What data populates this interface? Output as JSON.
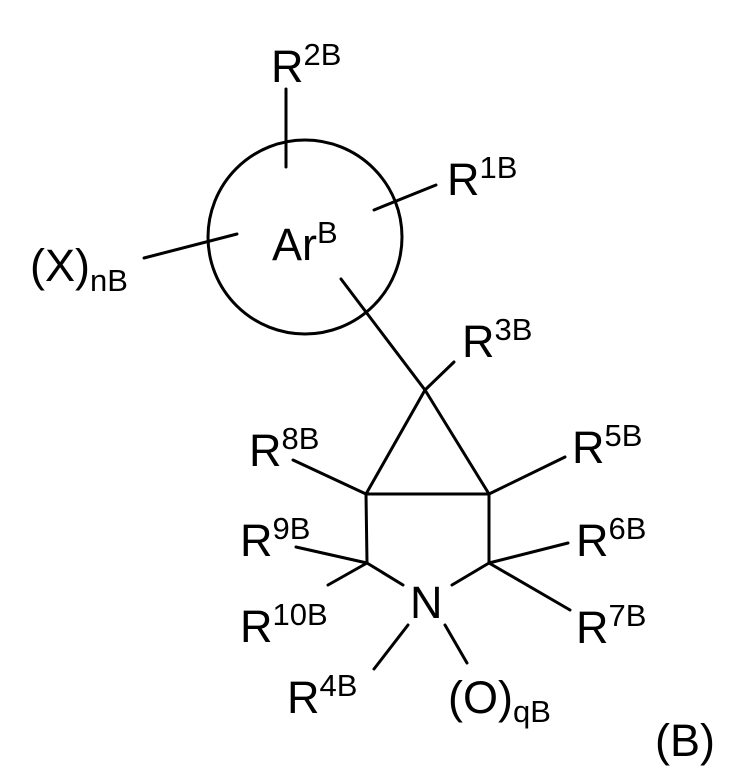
{
  "structure": {
    "formula_label": "(B)",
    "ring": {
      "base": "Ar",
      "sup": "B"
    },
    "substituents": {
      "r2b": {
        "base": "R",
        "sup": "2B"
      },
      "r1b": {
        "base": "R",
        "sup": "1B"
      },
      "xnb": {
        "base": "(X)",
        "sub": "nB"
      },
      "r3b": {
        "base": "R",
        "sup": "3B"
      },
      "r8b": {
        "base": "R",
        "sup": "8B"
      },
      "r5b": {
        "base": "R",
        "sup": "5B"
      },
      "r9b": {
        "base": "R",
        "sup": "9B"
      },
      "r6b": {
        "base": "R",
        "sup": "6B"
      },
      "r10b": {
        "base": "R",
        "sup": "10B"
      },
      "r7b": {
        "base": "R",
        "sup": "7B"
      },
      "n": "N",
      "r4b": {
        "base": "R",
        "sup": "4B"
      },
      "oqb": {
        "base": "(O)",
        "sub": "qB"
      }
    }
  }
}
